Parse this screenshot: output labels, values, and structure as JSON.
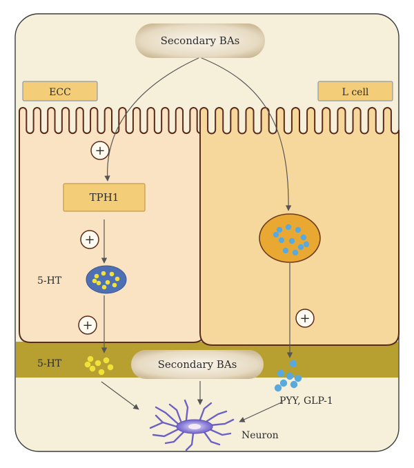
{
  "labels": {
    "top_pill": "Secondary BAs",
    "ecc": "ECC",
    "l_cell": "L cell",
    "tph1": "TPH1",
    "serotonin_cell": "5-HT",
    "serotonin_released": "5-HT",
    "bottom_pill": "Secondary BAs",
    "peptides": "PYY, GLP-1",
    "neuron": "Neuron",
    "plus": "+"
  },
  "colors": {
    "background": "#f6efd9",
    "ecc_cell": "#fae3c2",
    "l_cell": "#f7d89c",
    "membrane": "#5a2a1a",
    "lamina": "#b8a030",
    "box_fill": "#f3cd78",
    "box_border": "#c39a48",
    "pill": "#d6c8ac",
    "vesicle_blue": "#4f6fb5",
    "granule_yellow": "#f0e23a",
    "granule_blue": "#5aa9dc",
    "vesicle_orange": "#e8a832",
    "neuron": "#8e82d8"
  }
}
